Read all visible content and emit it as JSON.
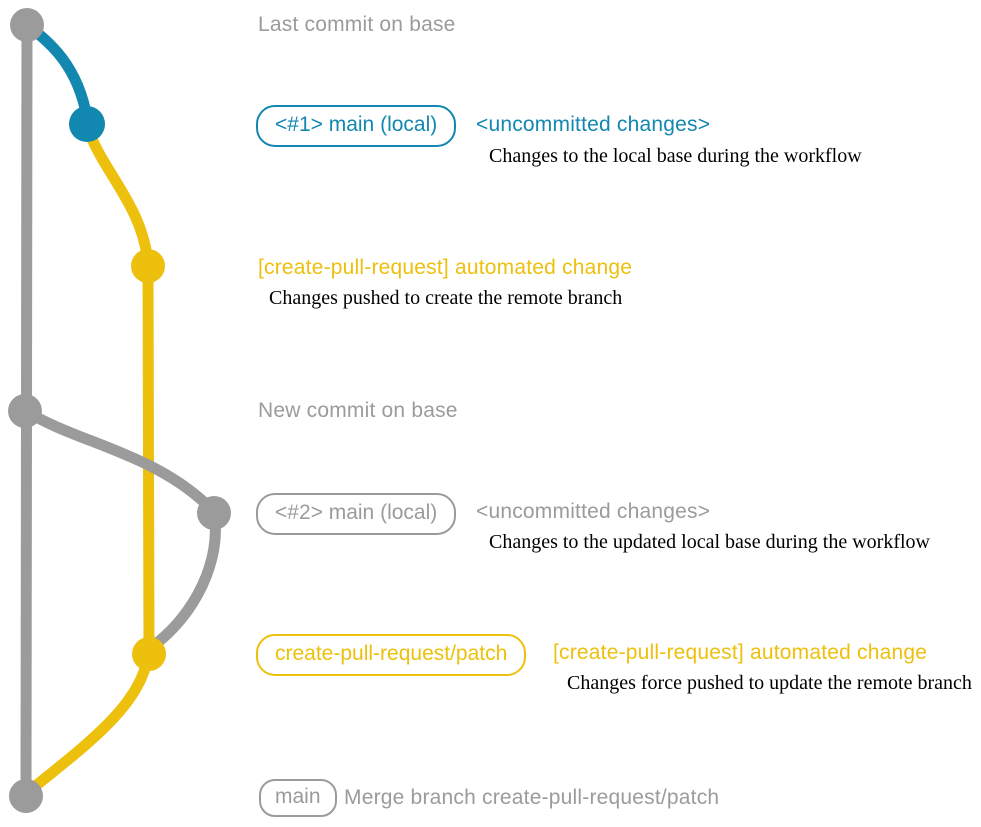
{
  "colors": {
    "gray": "#9b9b9b",
    "teal": "#1288b0",
    "yellow": "#edc00d",
    "caption_text": "#000000",
    "background": "#ffffff"
  },
  "graph": {
    "description": "git commit graph",
    "nodes": [
      {
        "name": "last-commit-on-base",
        "color": "gray"
      },
      {
        "name": "local-main-1-commit",
        "color": "teal"
      },
      {
        "name": "automated-change-commit-1",
        "color": "yellow"
      },
      {
        "name": "new-commit-on-base",
        "color": "gray"
      },
      {
        "name": "local-main-2-commit",
        "color": "gray"
      },
      {
        "name": "automated-change-commit-2",
        "color": "yellow"
      },
      {
        "name": "merge-commit",
        "color": "gray"
      }
    ]
  },
  "annotations": {
    "last_commit": "Last commit on base",
    "new_commit": "New commit on base"
  },
  "rows": {
    "r1": {
      "badge": "<#1> main (local)",
      "title": "<uncommitted changes>",
      "caption": "Changes to the local base during the workflow"
    },
    "r2": {
      "title": "[create-pull-request] automated change",
      "caption": "Changes pushed to create the remote branch"
    },
    "r3": {
      "badge": "<#2> main (local)",
      "title": "<uncommitted changes>",
      "caption": "Changes to the updated local base during the workflow"
    },
    "r4": {
      "badge": "create-pull-request/patch",
      "title": "[create-pull-request] automated change",
      "caption": "Changes force pushed to update the remote branch"
    },
    "r5": {
      "badge": "main",
      "title": "Merge branch create-pull-request/patch"
    }
  }
}
